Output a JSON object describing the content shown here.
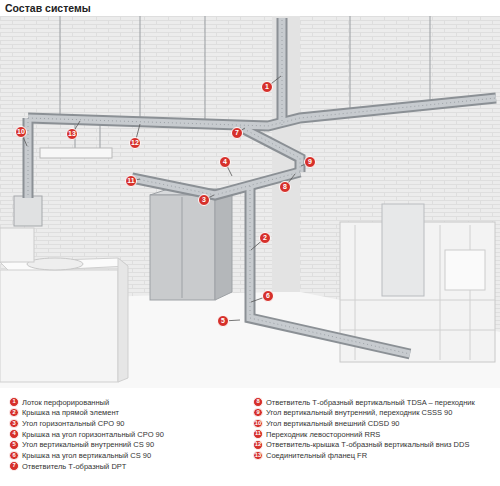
{
  "diagram": {
    "title": "Состав системы",
    "labels": [
      "1",
      "10",
      "13",
      "7",
      "12",
      "4",
      "9",
      "11",
      "8",
      "3",
      "2",
      "6",
      "5",
      "1",
      "2",
      "3",
      "4",
      "5",
      "6",
      "7",
      "8",
      "9",
      "10",
      "11",
      "12",
      "13"
    ],
    "legend": [
      {
        "text": "Лоток перфорированный"
      },
      {
        "text": "Крышка на прямой элемент"
      },
      {
        "text": "Угол горизонтальный CPO 90"
      },
      {
        "text": "Крышка на угол горизонтальный CPO 90"
      },
      {
        "text": "Угол вертикальный внутренний CS 90"
      },
      {
        "text": "Крышка на угол вертикальный CS 90"
      },
      {
        "text": "Ответвитель Т-образный DPT"
      },
      {
        "text": "Ответвитель Т-образный вертикальный TDSA – переходник"
      },
      {
        "text": "Угол вертикальный внутренний, переходник CSSS 90"
      },
      {
        "text": "Угол вертикальный внешний CDSD 90"
      },
      {
        "text": "Переходник левосторонний RRS"
      },
      {
        "text": "Ответвитель-крышка Т-образный вертикальный вниз DDS"
      },
      {
        "text": "Соединительный фланец FR"
      }
    ]
  }
}
